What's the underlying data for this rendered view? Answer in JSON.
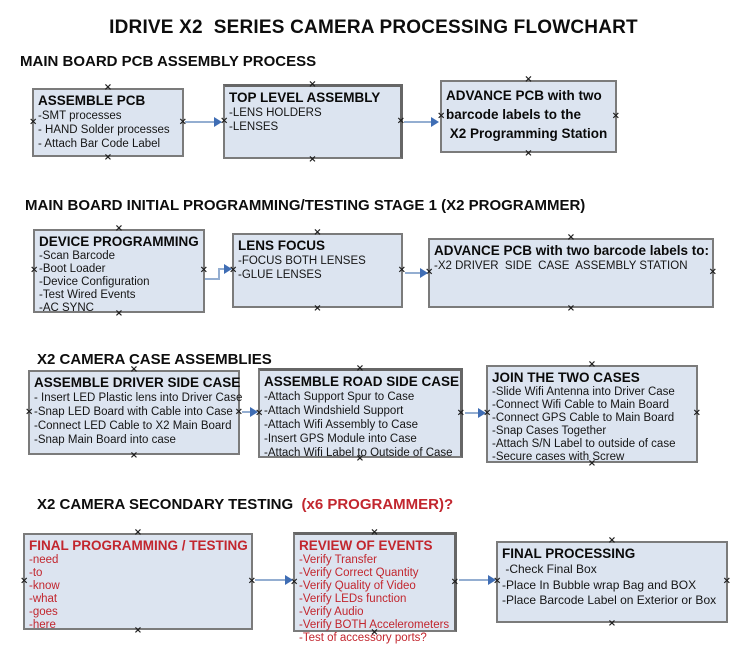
{
  "title": "IDRIVE X2  SERIES CAMERA PROCESSING FLOWCHART",
  "icons": {
    "connection_handle": "×"
  },
  "colors": {
    "box_fill": "#dce4f0",
    "box_border": "#7b7b7b",
    "red": "#c2262e",
    "arrow_line": "#94aed1",
    "arrow_head": "#3f6db4",
    "text": "#111111",
    "background": "#ffffff"
  },
  "sections": {
    "s1": {
      "heading": "MAIN BOARD PCB ASSEMBLY PROCESS"
    },
    "s2": {
      "heading": "MAIN BOARD INITIAL PROGRAMMING/TESTING STAGE 1 (X2 PROGRAMMER)"
    },
    "s3": {
      "heading": "X2 CAMERA CASE ASSEMBLIES"
    },
    "s4": {
      "heading_black": "X2 CAMERA SECONDARY TESTING  ",
      "heading_red": "(x6 PROGRAMMER)?"
    }
  },
  "boxes": {
    "assemble_pcb": {
      "title": "ASSEMBLE PCB",
      "items": [
        "-SMT processes",
        "- HAND Solder processes",
        "- Attach Bar Code Label"
      ]
    },
    "top_level_assembly": {
      "title": "TOP LEVEL ASSEMBLY",
      "items": [
        "-LENS HOLDERS",
        "-LENSES"
      ]
    },
    "advance_pcb_station": {
      "title_lines": [
        "ADVANCE PCB with two",
        "barcode labels to the",
        " X2 Programming Station"
      ]
    },
    "device_programming": {
      "title": "DEVICE PROGRAMMING",
      "items": [
        "-Scan Barcode",
        "-Boot Loader",
        "-Device Configuration",
        "-Test Wired Events",
        "-AC SYNC"
      ]
    },
    "lens_focus": {
      "title": "LENS FOCUS",
      "items": [
        "-FOCUS BOTH LENSES",
        "-GLUE LENSES"
      ]
    },
    "advance_pcb_driver": {
      "title": "ADVANCE PCB with two barcode labels to:",
      "items": [
        "-X2 DRIVER  SIDE  CASE  ASSEMBLY STATION"
      ]
    },
    "assemble_driver_side_case": {
      "title": "ASSEMBLE DRIVER SIDE CASE",
      "items": [
        "- Insert LED Plastic lens into Driver Case",
        "-Snap LED Board with Cable into Case",
        "-Connect LED Cable to X2 Main Board",
        "-Snap Main Board into case"
      ]
    },
    "assemble_road_side_case": {
      "title": "ASSEMBLE ROAD SIDE CASE",
      "items": [
        "-Attach Support Spur to Case",
        "-Attach Windshield Support",
        "-Attach Wifi Assembly to Case",
        "-Insert GPS Module into Case",
        "-Attach Wifi Label to Outside of Case"
      ]
    },
    "join_the_two_cases": {
      "title": "JOIN THE TWO CASES",
      "items": [
        "-Slide Wifi Antenna into Driver Case",
        "-Connect Wifi Cable to Main Board",
        "-Connect GPS Cable to Main Board",
        "-Snap Cases Together",
        "-Attach S/N Label to outside of case",
        "-Secure cases with Screw"
      ]
    },
    "final_programming_testing": {
      "title": "FINAL PROGRAMMING / TESTING",
      "items": [
        "-need",
        "-to",
        "-know",
        "-what",
        "-goes",
        "-here"
      ]
    },
    "review_of_events": {
      "title": "REVIEW OF EVENTS",
      "items": [
        "-Verify Transfer",
        "-Verify Correct Quantity",
        "-Verify Quality of Video",
        "-Verify LEDs function",
        "-Verify Audio",
        "-Verify BOTH Accelerometers",
        "-Test of accessory ports?"
      ]
    },
    "final_processing": {
      "title": "FINAL PROCESSING",
      "items": [
        " -Check Final Box",
        "-Place In Bubble wrap Bag and BOX",
        "-Place Barcode Label on Exterior or Box"
      ]
    }
  }
}
